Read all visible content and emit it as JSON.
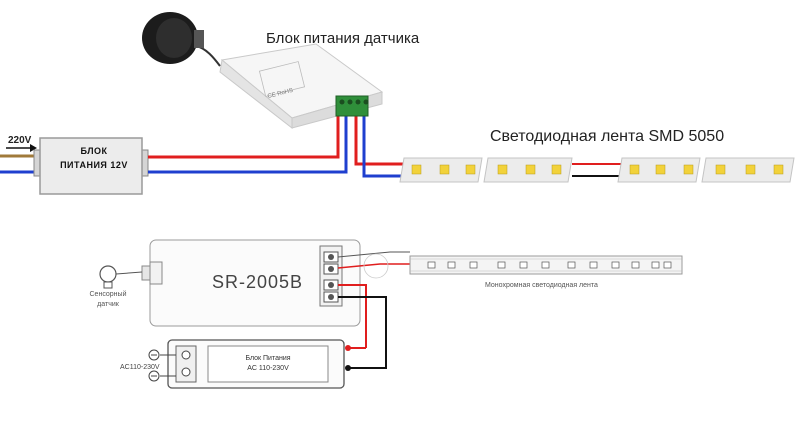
{
  "labels": {
    "sensor_power_unit": "Блок питания датчика",
    "led_strip": "Светодиодная лента SMD 5050",
    "mains_voltage": "220V",
    "psu_12v_line1": "БЛОК",
    "psu_12v_line2": "ПИТАНИЯ 12V",
    "controller_model": "SR-2005B",
    "touch_sensor_line1": "Сенсорный",
    "touch_sensor_line2": "датчик",
    "mono_strip": "Монохромная светодиодная лента",
    "psu_bottom_line1": "Блок Питания",
    "psu_bottom_line2": "AC 110-230V",
    "ac_input": "AC110-230V"
  },
  "device_marks": {
    "sensor_module_mark": "CE RoHS"
  },
  "colors": {
    "wire_positive": "#e01e1e",
    "wire_negative": "#1f3fcf",
    "wire_mains_brown": "#a07a3a",
    "wire_black": "#111111",
    "terminal_green": "#2f8f3a",
    "led_yellow": "#f2d23a"
  },
  "icons": {
    "sensor_knob": "round-black-knob",
    "mains_arrow": "arrow-right",
    "bulb": "bulb-icon"
  }
}
